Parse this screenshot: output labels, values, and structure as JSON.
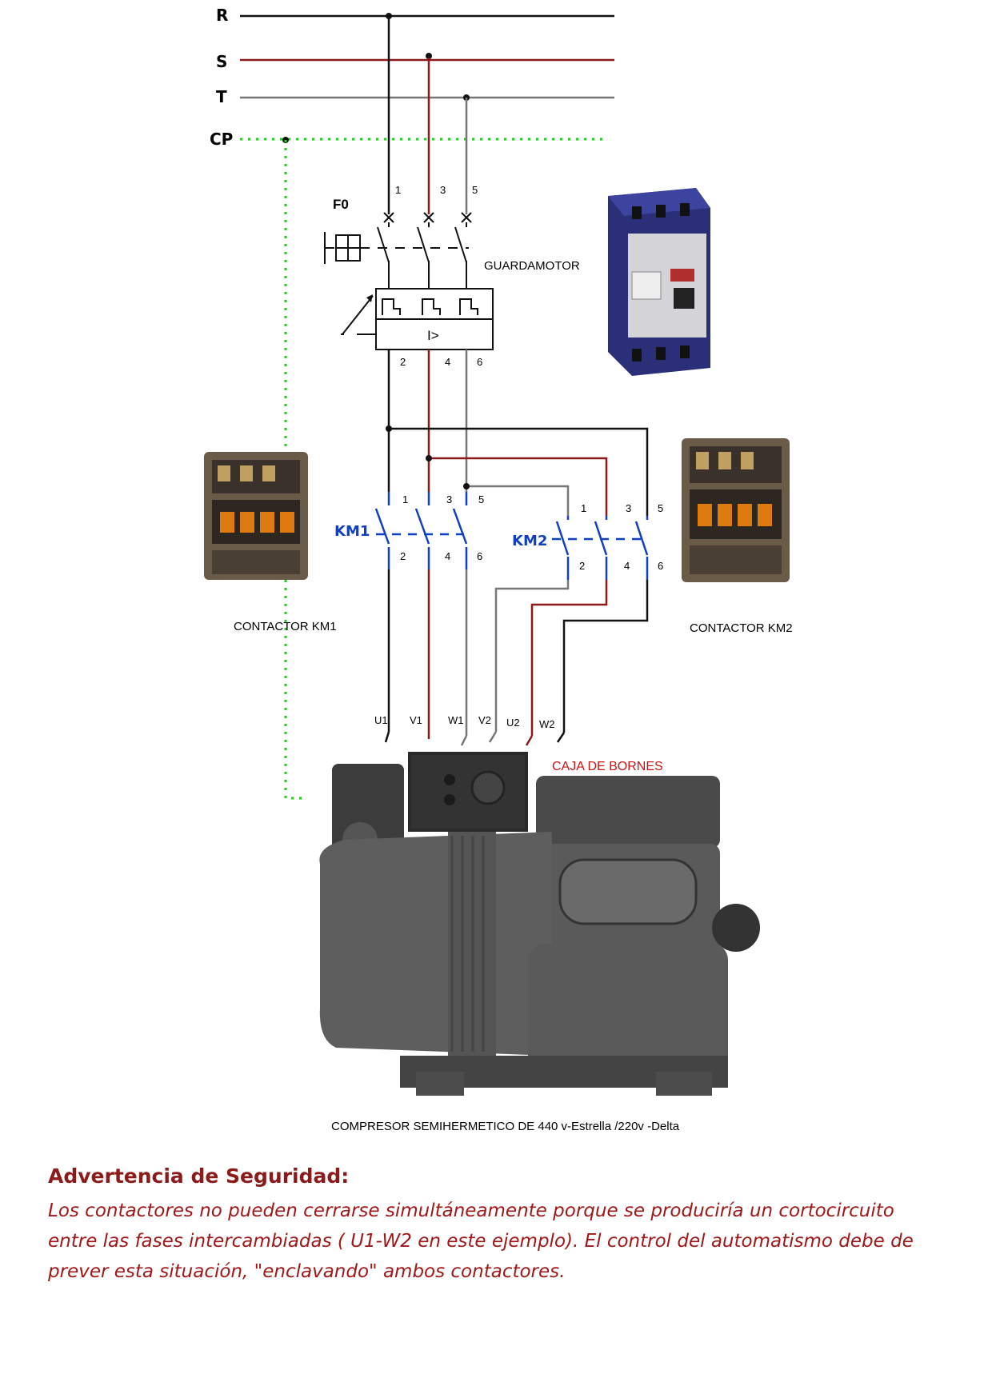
{
  "buses": {
    "r": "R",
    "s": "S",
    "t": "T",
    "cp": "CP"
  },
  "colors": {
    "phase_r": "#111111",
    "phase_s": "#8b1a1a",
    "phase_t": "#777777",
    "ground": "#22cc22",
    "km_label": "#1040c0",
    "warning_title": "#8b1a1a",
    "warning_text": "#a01818",
    "terminal_box_label": "#cc1111"
  },
  "guardamotor": {
    "label": "F0",
    "caption": "GUARDAMOTOR",
    "top_terminals": [
      "1",
      "3",
      "5"
    ],
    "bottom_terminals": [
      "2",
      "4",
      "6"
    ],
    "trip_symbol": "I>"
  },
  "km1": {
    "label": "KM1",
    "top_terminals": [
      "1",
      "3",
      "5"
    ],
    "bottom_terminals": [
      "2",
      "4",
      "6"
    ],
    "caption": "CONTACTOR KM1"
  },
  "km2": {
    "label": "KM2",
    "top_terminals": [
      "1",
      "3",
      "5"
    ],
    "bottom_terminals": [
      "2",
      "4",
      "6"
    ],
    "caption": "CONTACTOR KM2"
  },
  "motor_terminals": [
    "U1",
    "V1",
    "W1",
    "V2",
    "U2",
    "W2"
  ],
  "terminal_box": "CAJA DE BORNES",
  "compressor_caption": "COMPRESOR SEMIHERMETICO  DE 440 v-Estrella /220v -Delta",
  "warning": {
    "title": "Advertencia de Seguridad:",
    "text": "Los contactores no pueden cerrarse simultáneamente porque se produciría un cortocircuito entre las fases intercambiadas ( U1-W2 en este ejemplo). El control del automatismo debe de prever esta situación, \"enclavando\" ambos contactores."
  }
}
